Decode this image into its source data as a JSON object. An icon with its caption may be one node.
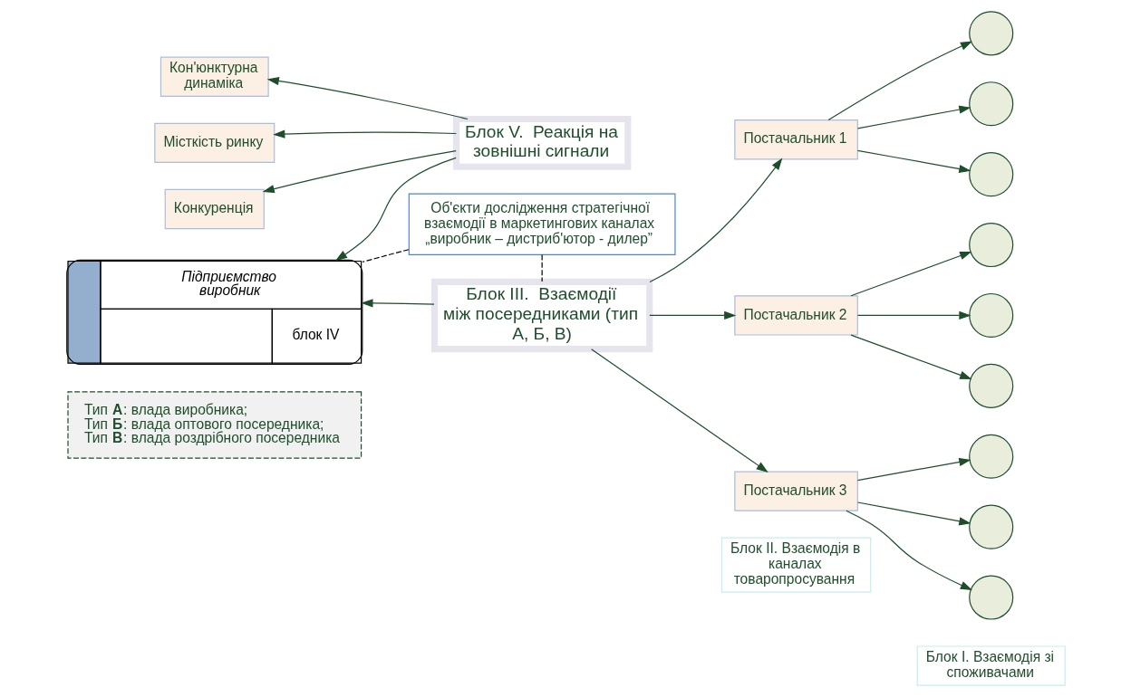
{
  "diagram": {
    "nodes": [
      {
        "text": [
          "Блок V.  Реакція на зовнішні сигнали"
        ]
      },
      {
        "text": [
          "Кон'юнктурна динаміка"
        ]
      },
      {
        "text": [
          "Місткість ринку"
        ]
      },
      {
        "text": [
          "Конкуренція"
        ]
      },
      {
        "text": [
          "Підприємство виробник",
          "блок IV"
        ]
      },
      {
        "text": [
          "Тип **А**: влада виробника;",
          "Тип **Б**: влада оптового посередника;",
          "Тип **В**: влада роздрібного посередника"
        ]
      },
      {
        "text": [
          "Об'єкти дослідження стратегічної взаємодії в маркетингових каналах „виробник – дистриб'ютор - дилер”"
        ]
      },
      {
        "text": [
          "Блок III.  Взаємодії між посередниками (тип А, Б, В)"
        ]
      },
      {
        "text": [
          "Постачальник 1"
        ]
      },
      {
        "text": [
          "Постачальник 2"
        ]
      },
      {
        "text": [
          "Постачальник 3"
        ]
      },
      {
        "text": [],
        "shape": "circle"
      },
      {
        "text": [],
        "shape": "circle"
      },
      {
        "text": [],
        "shape": "circle"
      },
      {
        "text": [],
        "shape": "circle"
      },
      {
        "text": [],
        "shape": "circle"
      },
      {
        "text": [],
        "shape": "circle"
      },
      {
        "text": [],
        "shape": "circle"
      },
      {
        "text": [],
        "shape": "circle"
      },
      {
        "text": [],
        "shape": "circle"
      },
      {
        "text": [
          "Блок II. Взаємодія в каналах товаропросування"
        ]
      },
      {
        "text": [
          "Блок I. Взаємодія зі споживачами"
        ]
      }
    ],
    "edges": [
      {
        "from": 0,
        "to": 1,
        "arrow": "to"
      },
      {
        "from": 0,
        "to": 2,
        "arrow": "to"
      },
      {
        "from": 0,
        "to": 3,
        "arrow": "to"
      },
      {
        "from": 0,
        "to": 4,
        "arrow": "to"
      },
      {
        "from": 7,
        "to": 4,
        "arrow": "to"
      },
      {
        "from": 7,
        "to": 8,
        "arrow": "to"
      },
      {
        "from": 7,
        "to": 9,
        "arrow": "to"
      },
      {
        "from": 7,
        "to": 10,
        "arrow": "to"
      },
      {
        "from": 8,
        "to": 11,
        "arrow": "to"
      },
      {
        "from": 8,
        "to": 12,
        "arrow": "to"
      },
      {
        "from": 8,
        "to": 13,
        "arrow": "to"
      },
      {
        "from": 9,
        "to": 14,
        "arrow": "to"
      },
      {
        "from": 9,
        "to": 15,
        "arrow": "to"
      },
      {
        "from": 9,
        "to": 16,
        "arrow": "to"
      },
      {
        "from": 10,
        "to": 17,
        "arrow": "to"
      },
      {
        "from": 10,
        "to": 18,
        "arrow": "to"
      },
      {
        "from": 10,
        "to": 19,
        "arrow": "to"
      },
      {
        "from": 6,
        "to": 4,
        "arrow": "none",
        "style": "dashed",
        "color": "#000000"
      },
      {
        "from": 6,
        "to": 7,
        "arrow": "none",
        "style": "dashed",
        "color": "#000000"
      }
    ]
  }
}
